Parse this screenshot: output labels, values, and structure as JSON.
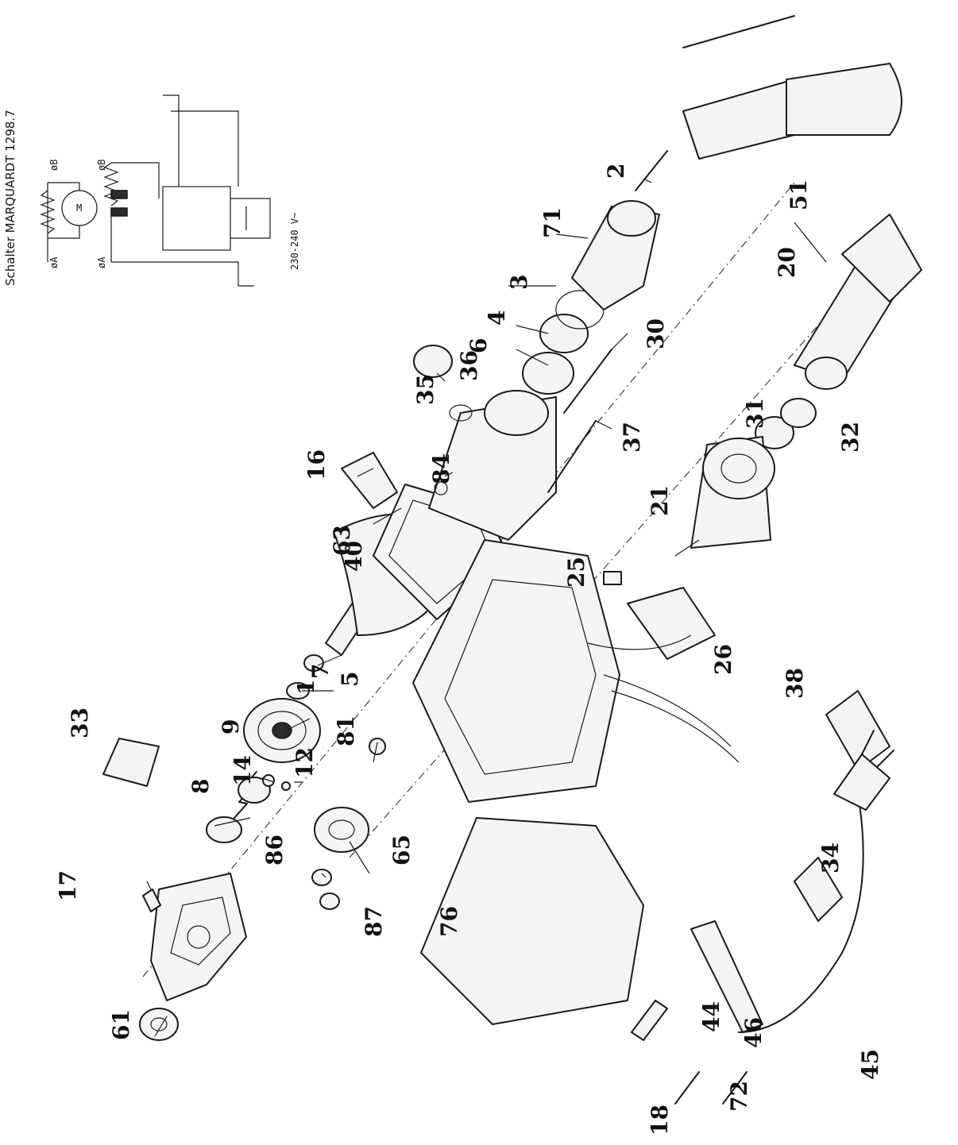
{
  "schematic": {
    "title": "Schalter MARQUARDT 1298.7",
    "voltage": "230-240 V~",
    "labels": [
      "øA",
      "øA",
      "øB",
      "øB",
      "M"
    ]
  },
  "labels": {
    "p1": "1",
    "p2": "2",
    "p3": "3",
    "p4": "4",
    "p5": "5",
    "p6": "6",
    "p7": "7",
    "p8": "8",
    "p9": "9",
    "p12": "12",
    "p14": "14",
    "p16": "16",
    "p17": "17",
    "p18": "18",
    "p20": "20",
    "p21": "21",
    "p25": "25",
    "p26": "26",
    "p30": "30",
    "p31": "31",
    "p32": "32",
    "p33": "33",
    "p34": "34",
    "p35": "35",
    "p36": "36",
    "p37": "37",
    "p38": "38",
    "p40": "40",
    "p44": "44",
    "p45": "45",
    "p46": "46",
    "p51": "51",
    "p61": "61",
    "p63": "63",
    "p65": "65",
    "p71": "71",
    "p72": "72",
    "p76": "76",
    "p81": "81",
    "p84": "84",
    "p86": "86",
    "p87": "87"
  }
}
